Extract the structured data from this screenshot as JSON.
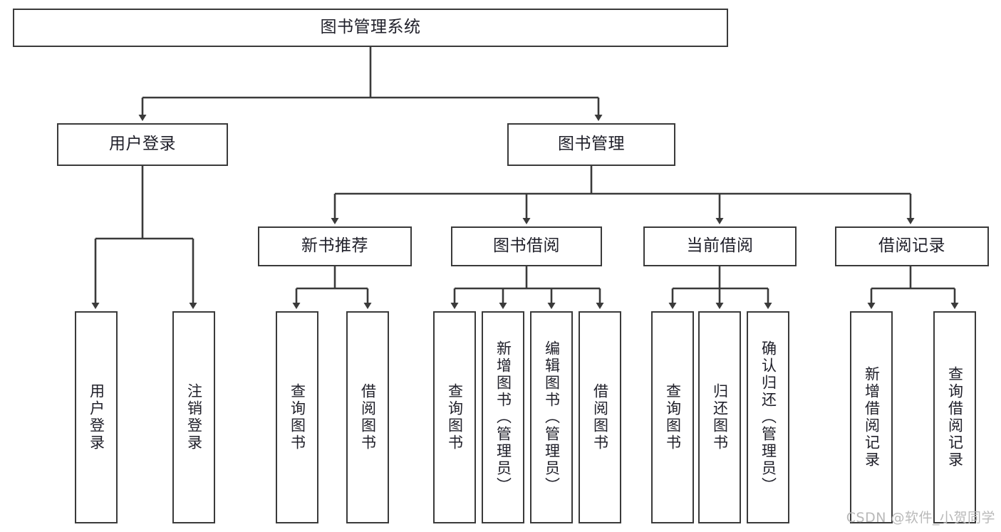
{
  "diagram": {
    "title": "图书管理系统",
    "type": "tree",
    "watermark": "CSDN @软件_小贺同学",
    "colors": {
      "box_border": "#3a3a3a",
      "box_fill": "#ffffff",
      "connector": "#3a3a3a",
      "text": "#20202a",
      "watermark": "#b9b9b9"
    },
    "nodes": {
      "root": {
        "label": "图书管理系统"
      },
      "level1": [
        {
          "id": "user-login",
          "label": "用户登录"
        },
        {
          "id": "book-management",
          "label": "图书管理"
        }
      ],
      "level2": [
        {
          "id": "new-book-recommend",
          "label": "新书推荐"
        },
        {
          "id": "book-borrow",
          "label": "图书借阅"
        },
        {
          "id": "current-borrow",
          "label": "当前借阅"
        },
        {
          "id": "borrow-record",
          "label": "借阅记录"
        }
      ],
      "leaves": {
        "user_login": [
          {
            "id": "leaf-user-login",
            "label": "用户登录"
          },
          {
            "id": "leaf-logout-login",
            "label": "注销登录"
          }
        ],
        "new_book_recommend": [
          {
            "id": "leaf-query-books-1",
            "label": "查询图书"
          },
          {
            "id": "leaf-borrow-books-1",
            "label": "借阅图书"
          }
        ],
        "book_borrow": [
          {
            "id": "leaf-query-books-2",
            "label": "查询图书"
          },
          {
            "id": "leaf-add-book-admin",
            "label": "新增图书（管理员）"
          },
          {
            "id": "leaf-edit-book-admin",
            "label": "编辑图书（管理员）"
          },
          {
            "id": "leaf-borrow-books-2",
            "label": "借阅图书"
          }
        ],
        "current_borrow": [
          {
            "id": "leaf-query-books-3",
            "label": "查询图书"
          },
          {
            "id": "leaf-return-books",
            "label": "归还图书"
          },
          {
            "id": "leaf-confirm-return-admin",
            "label": "确认归还（管理员）"
          }
        ],
        "borrow_record": [
          {
            "id": "leaf-add-borrow-record",
            "label": "新增借阅记录"
          },
          {
            "id": "leaf-query-borrow-record",
            "label": "查询借阅记录"
          }
        ]
      }
    }
  }
}
